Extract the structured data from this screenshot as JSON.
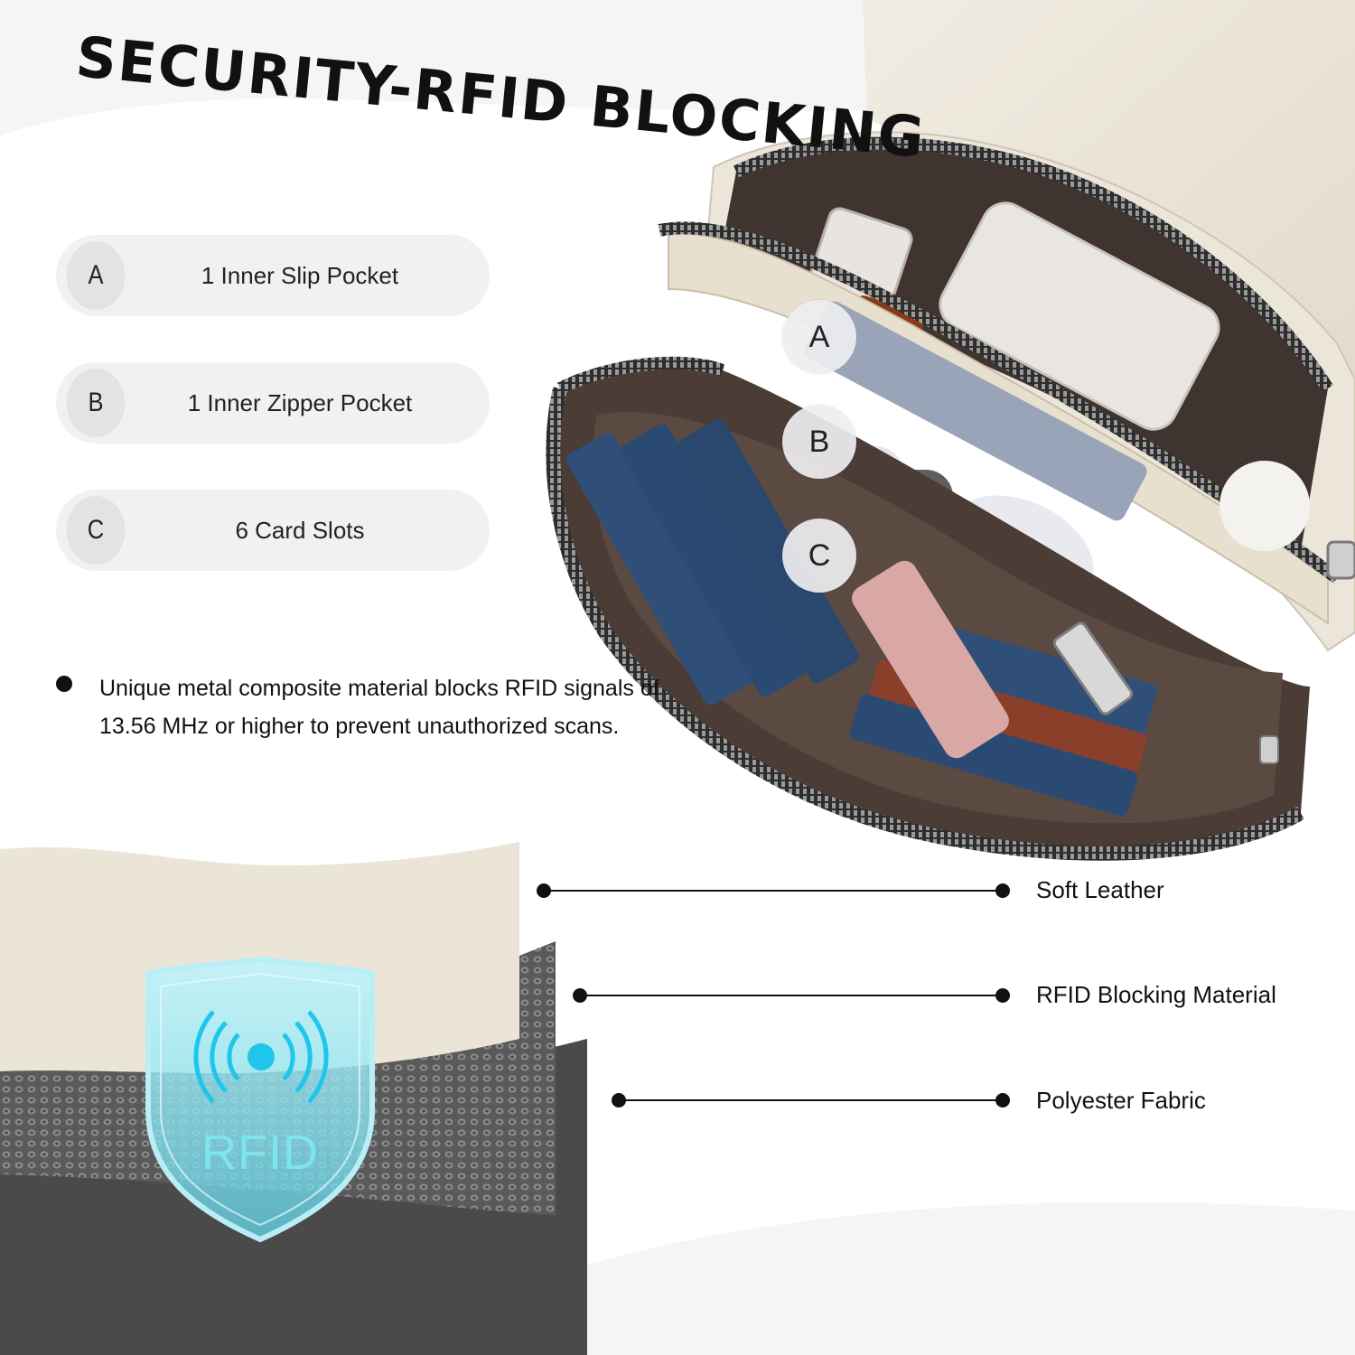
{
  "title": "SECURITY-RFID BLOCKING",
  "features": [
    {
      "letter": "A",
      "label": "1 Inner Slip Pocket"
    },
    {
      "letter": "B",
      "label": "1 Inner Zipper Pocket"
    },
    {
      "letter": "C",
      "label": "6 Card Slots"
    }
  ],
  "note": "Unique metal composite material blocks RFID signals of 13.56 MHz or higher to prevent unauthorized scans.",
  "callouts": [
    "A",
    "B",
    "C"
  ],
  "layers": [
    "Soft Leather",
    "RFID Blocking Material",
    "Polyester Fabric"
  ],
  "rfid_badge": {
    "label": "RFID",
    "color": "#7fe3f2"
  },
  "icons": {
    "badge": "shield-icon",
    "signal": "signal-waves-icon"
  },
  "colors": {
    "leather": "#ebe5d8",
    "mesh": "#6b6b6b",
    "fabric": "#4a4a4a",
    "lining": "#4b3c35"
  }
}
